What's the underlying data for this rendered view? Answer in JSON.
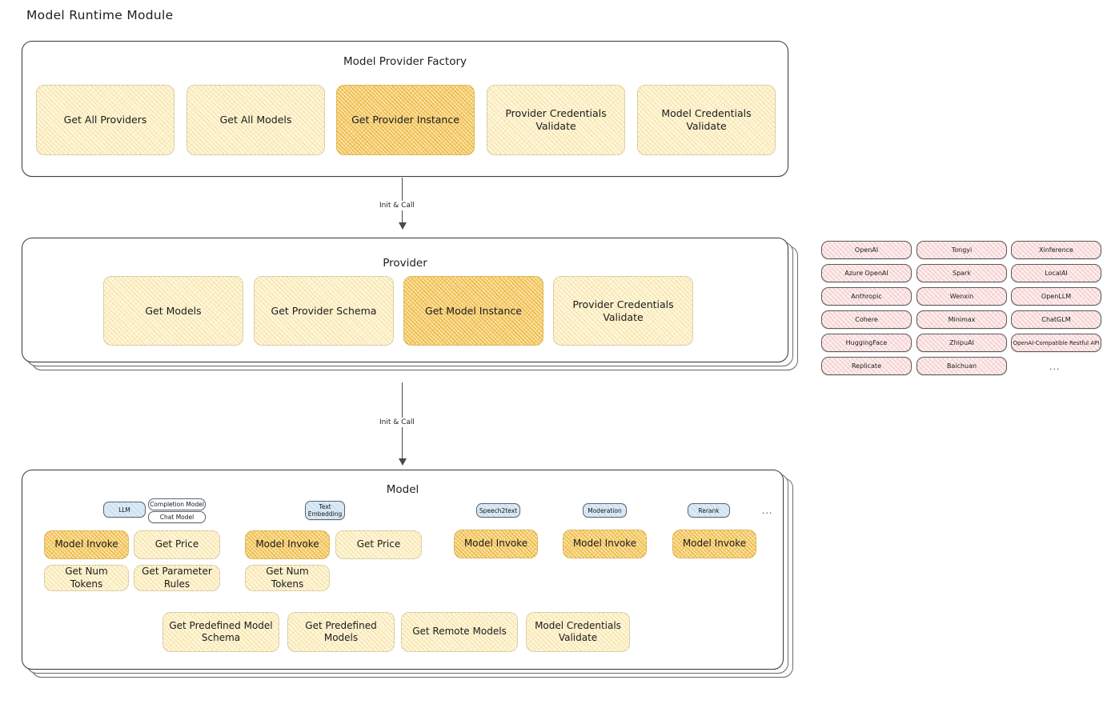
{
  "page": {
    "title": "Model Runtime Module"
  },
  "factory": {
    "title": "Model Provider Factory",
    "methods": [
      {
        "label": "Get All Providers",
        "highlight": false
      },
      {
        "label": "Get All Models",
        "highlight": false
      },
      {
        "label": "Get Provider Instance",
        "highlight": true
      },
      {
        "label": "Provider Credentials Validate",
        "highlight": false
      },
      {
        "label": "Model Credentials Validate",
        "highlight": false
      }
    ]
  },
  "arrows": [
    {
      "label": "Init & Call"
    },
    {
      "label": "Init & Call"
    }
  ],
  "provider": {
    "title": "Provider",
    "methods": [
      {
        "label": "Get Models",
        "highlight": false
      },
      {
        "label": "Get Provider Schema",
        "highlight": false
      },
      {
        "label": "Get Model Instance",
        "highlight": true
      },
      {
        "label": "Provider Credentials Validate",
        "highlight": false
      }
    ]
  },
  "provider_list": {
    "columns": [
      {
        "items": [
          "OpenAI",
          "Azure OpenAI",
          "Anthropic",
          "Cohere",
          "HuggingFace",
          "Replicate"
        ]
      },
      {
        "items": [
          "Tongyi",
          "Spark",
          "Wenxin",
          "Minimax",
          "ZhipuAI",
          "Baichuan"
        ]
      },
      {
        "items": [
          "Xinference",
          "LocalAI",
          "OpenLLM",
          "ChatGLM",
          "OpenAI-Compatible Restful API"
        ]
      }
    ],
    "ellipsis": "..."
  },
  "model": {
    "title": "Model",
    "ellipsis": "...",
    "types": [
      {
        "name": "LLM",
        "subtags": [
          "Completion Model",
          "Chat Model"
        ],
        "methods": [
          {
            "label": "Model Invoke",
            "highlight": true
          },
          {
            "label": "Get Price",
            "highlight": false
          },
          {
            "label": "Get Num Tokens",
            "highlight": false
          },
          {
            "label": "Get Parameter Rules",
            "highlight": false
          }
        ]
      },
      {
        "name": "Text Embedding",
        "subtags": [],
        "methods": [
          {
            "label": "Model Invoke",
            "highlight": true
          },
          {
            "label": "Get Price",
            "highlight": false
          },
          {
            "label": "Get Num Tokens",
            "highlight": false
          }
        ]
      },
      {
        "name": "Speech2text",
        "subtags": [],
        "methods": [
          {
            "label": "Model Invoke",
            "highlight": true
          }
        ]
      },
      {
        "name": "Moderation",
        "subtags": [],
        "methods": [
          {
            "label": "Model Invoke",
            "highlight": true
          }
        ]
      },
      {
        "name": "Rerank",
        "subtags": [],
        "methods": [
          {
            "label": "Model Invoke",
            "highlight": true
          }
        ]
      }
    ],
    "shared_methods": [
      {
        "label": "Get Predefined Model Schema"
      },
      {
        "label": "Get Predefined Models"
      },
      {
        "label": "Get Remote Models"
      },
      {
        "label": "Model Credentials Validate"
      }
    ]
  },
  "colors": {
    "chip_fill": "#fdf6de",
    "chip_highlight_fill": "#fbe3a8",
    "provider_chip_fill": "#fdeeee",
    "tag_blue_fill": "#dbeaf6",
    "stroke": "#3b3b3b",
    "background": "#ffffff"
  }
}
